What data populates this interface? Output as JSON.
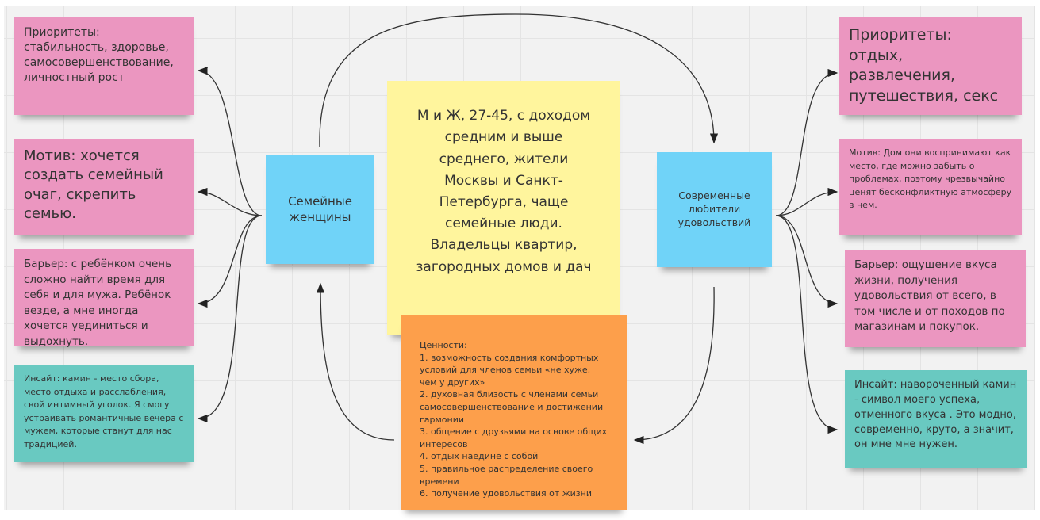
{
  "left_group": {
    "label": "Семейные женщины",
    "notes": [
      {
        "text": "Приоритеты:\nстабильность, здоровье,\nсамосовершенствование,\nличностный рост"
      },
      {
        "text": "Мотив: хочется создать семейный очаг, скрепить семью."
      },
      {
        "text": "Барьер: с ребёнком очень сложно найти время для себя и для мужа. Ребёнок везде, а мне иногда хочется уединиться и выдохнуть."
      },
      {
        "text": "Инсайт: камин - место сбора, место отдыха и расслабления, свой интимный уголок. Я смогу устраивать романтичные вечера с мужем, которые станут для нас традицией."
      }
    ]
  },
  "center": {
    "audience": "М и Ж, 27-45, с доходом средним и выше среднего, жители Москвы и Санкт- Петербурга, чаще семейные люди. Владельцы квартир, загородных домов и дач",
    "values": "Ценности:\n1. возможность создания комфортных условий для членов семьи «не хуже, чем у других»\n2. духовная близость с членами семьи самосовершенствование и достижении гармонии\n3. общение с друзьями на основе общих интересов\n4. отдых наедине с собой\n5. правильное распределение своего времени\n6. получение удовольствия от жизни"
  },
  "right_group": {
    "label": "Современные любители удовольствий",
    "notes": [
      {
        "text": "Приоритеты:\nотдых, развлечения, путешествия, секс"
      },
      {
        "text": "Мотив: Дом они воспринимают как место, где можно забыть о проблемах, поэтому чрезвычайно ценят бесконфликтную атмосферу в нем."
      },
      {
        "text": "Барьер: ощущение вкуса жизни, получения удовольствия от всего, в том числе и от походов по магазинам и покупок."
      },
      {
        "text": "Инсайт: навороченный камин - символ моего успеха, отменного вкуса . Это модно, современно, круто, а значит, он мне мне нужен."
      }
    ]
  },
  "colors": {
    "pink": "#eb96c0",
    "blue": "#70d3f8",
    "yellow": "#fff59d",
    "orange": "#fd9f4b",
    "teal": "#69c9c1"
  }
}
